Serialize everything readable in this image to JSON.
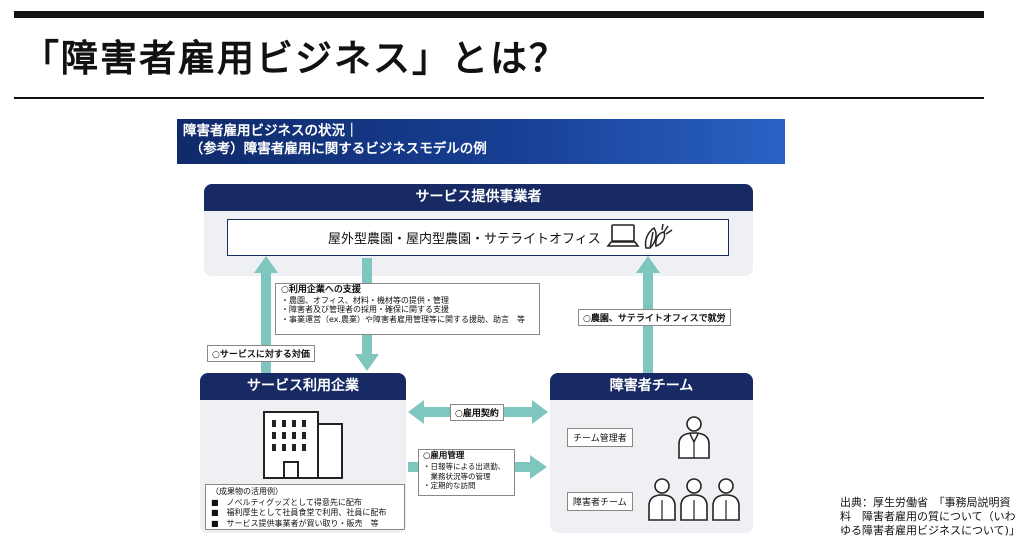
{
  "title": "「障害者雇用ビジネス」とは？",
  "diagram_header": {
    "line1": "障害者雇用ビジネスの状況｜",
    "line2": "　（参考）障害者雇用に関するビジネスモデルの例"
  },
  "provider": {
    "title": "サービス提供事業者",
    "offer": "屋外型農園・屋内型農園・サテライトオフィス"
  },
  "support": {
    "heading": "○利用企業への支援",
    "items": [
      "・農園、オフィス、材料・機材等の提供・管理",
      "・障害者及び管理者の採用・確保に関する支援",
      "・事業運営（ex.農業）や障害者雇用管理等に関する援助、助言　等"
    ]
  },
  "payment_label": "○サービスに対する対価",
  "work_label": "○農園、サテライトオフィスで就労",
  "company": {
    "title": "サービス利用企業",
    "examples": [
      "（成果物の活用例）",
      "■　ノベルティグッズとして得意先に配布",
      "■　福利厚生として社員食堂で利用、社員に配布",
      "■　サービス提供事業者が買い取り・販売　等"
    ]
  },
  "contract_label": "○雇用契約",
  "management": {
    "heading": "○雇用管理",
    "items": [
      "・日報等による出退勤、",
      "　業務状況等の管理",
      "・定期的な訪問"
    ]
  },
  "team": {
    "title": "障害者チーム",
    "manager_label": "チーム管理者",
    "members_label": "障害者チーム"
  },
  "credit": "出典：厚生労働省　「事務局説明資料　障害者雇用の質について（いわゆる障害者雇用ビジネスについて)」",
  "colors": {
    "navy": "#172a63",
    "arrow": "#7fc6bf",
    "panel": "#eef0f4"
  }
}
